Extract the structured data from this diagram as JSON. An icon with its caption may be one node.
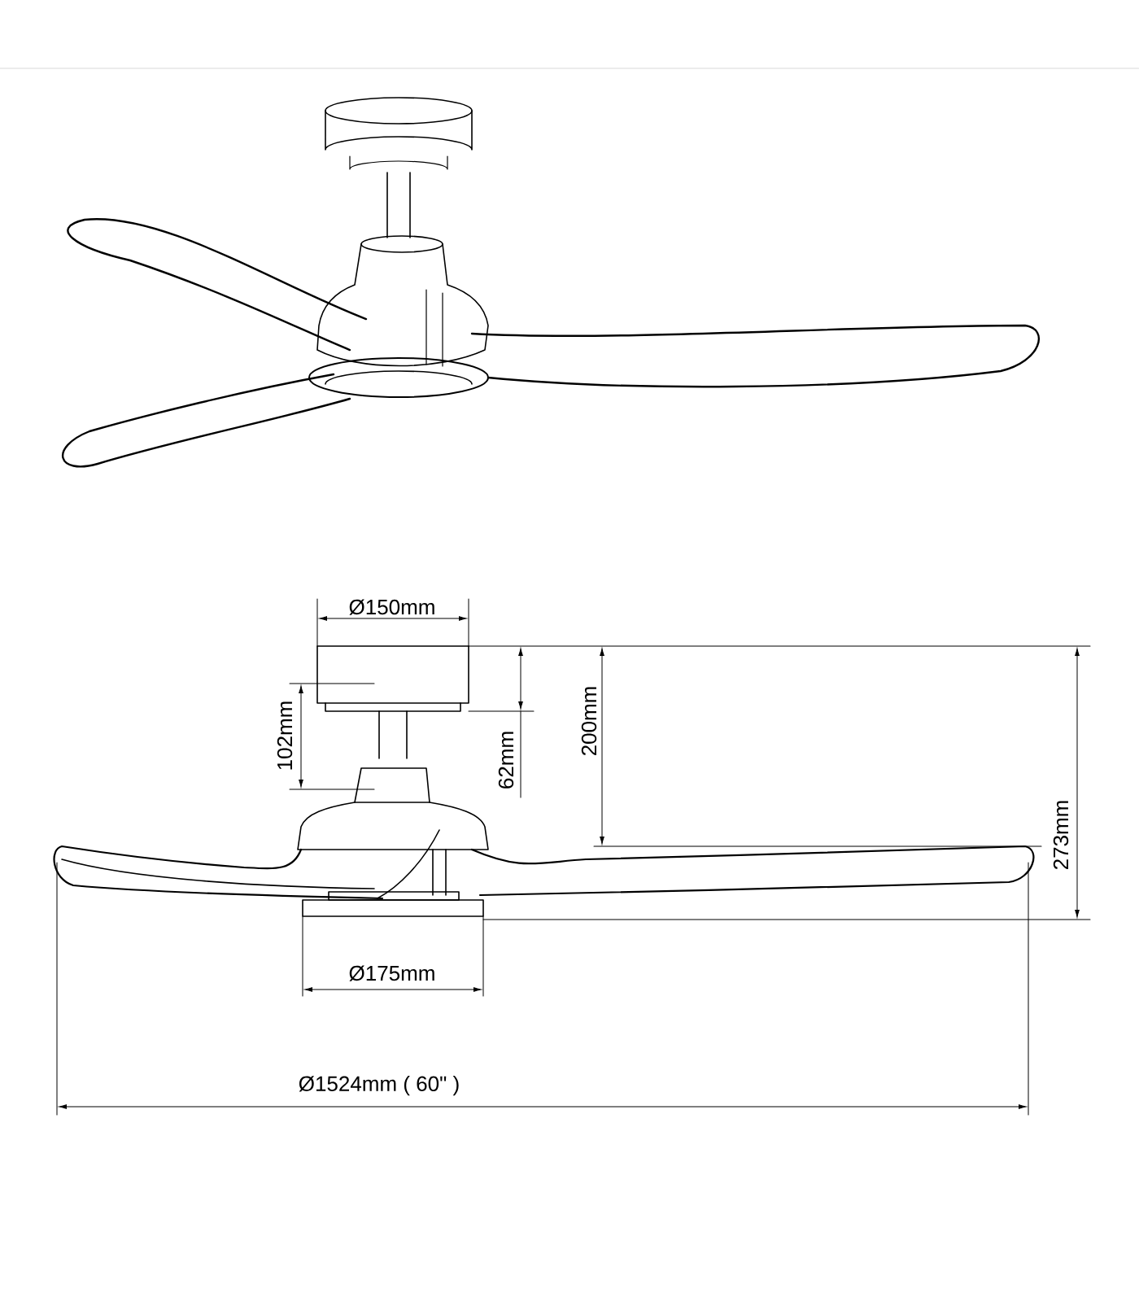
{
  "diagram": {
    "labels": [
      "Ø150mm",
      "102mm",
      "62mm",
      "200mm",
      "273mm",
      "Ø175mm",
      "Ø1524mm ( 60\" )"
    ]
  }
}
